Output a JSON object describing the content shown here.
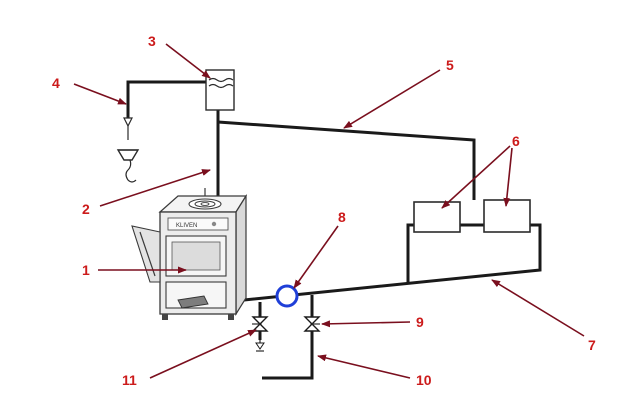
{
  "diagram": {
    "callout_color": "#cc1b1b",
    "arrow_color": "#7a0f1e",
    "pipe_color": "#1a1a1a",
    "pump_color": "#1f3fd8",
    "boiler_brand": "KLIVEN",
    "callouts": {
      "n1": "1",
      "n2": "2",
      "n3": "3",
      "n4": "4",
      "n5": "5",
      "n6": "6",
      "n7": "7",
      "n8": "8",
      "n9": "9",
      "n10": "10",
      "n11": "11"
    }
  }
}
